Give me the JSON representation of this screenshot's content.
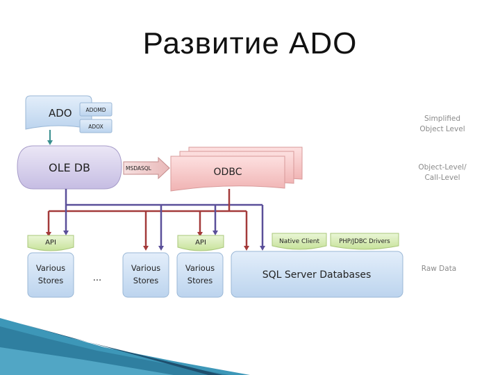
{
  "title": "Развитие ADO",
  "diagram": {
    "ado": "ADO",
    "adomd": "ADOMD",
    "adox": "ADOX",
    "oledb": "OLE DB",
    "msdasql": "MSDASQL",
    "odbc": "ODBC",
    "api_left": "API",
    "api_mid": "API",
    "native_client": "Native Client",
    "php_jdbc": "PHP/JDBC Drivers",
    "various_stores_line1": "Various",
    "various_stores_line2": "Stores",
    "ellipsis": "...",
    "sql_server": "SQL Server Databases",
    "side_labels": {
      "simplified_1": "Simplified",
      "simplified_2": "Object Level",
      "object_level_1": "Object-Level/",
      "object_level_2": "Call-Level",
      "raw_data": "Raw Data"
    }
  },
  "colors": {
    "blue_box": "#cfe2f5",
    "blue_border": "#9ab7d6",
    "purple_box": "#d9d3ec",
    "purple_border": "#a79cc9",
    "pink_box": "#f6c9c9",
    "pink_border": "#d89a9a",
    "green_tab": "#d8ecb8",
    "green_border": "#a9c77a",
    "red_line": "#a33a3a",
    "purple_line": "#5a4f99",
    "teal_line": "#3a8f8f",
    "accent_blue": "#1f5d9a"
  }
}
